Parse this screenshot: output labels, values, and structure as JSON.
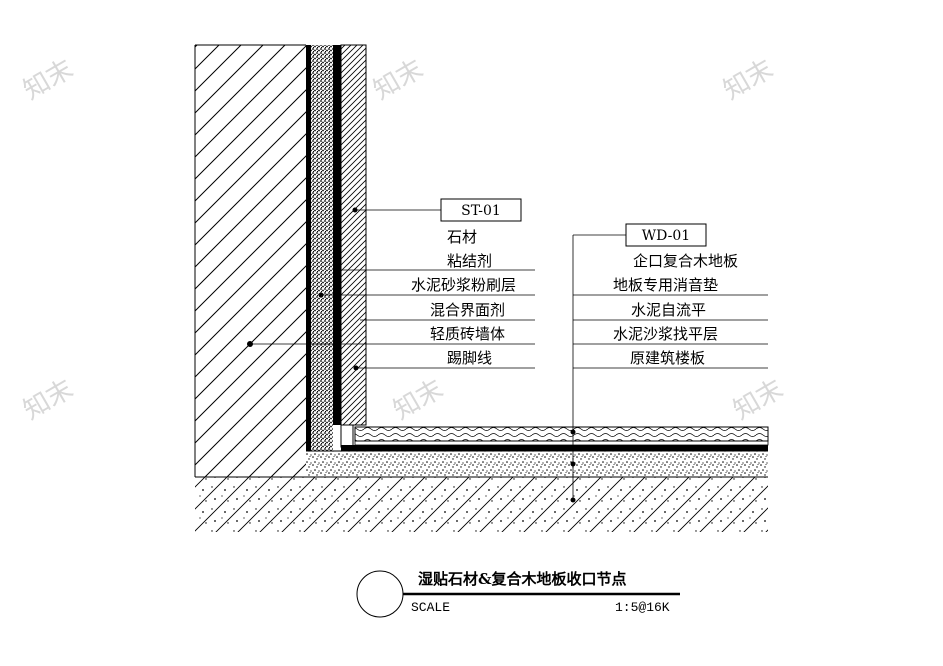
{
  "watermark": "知末",
  "wall_tag": "ST-01",
  "floor_tag": "WD-01",
  "wall_layers": [
    {
      "label": "石材"
    },
    {
      "label": "粘结剂"
    },
    {
      "label": "水泥砂浆粉刷层"
    },
    {
      "label": "混合界面剂"
    },
    {
      "label": "轻质砖墙体"
    },
    {
      "label": "踢脚线"
    }
  ],
  "floor_layers": [
    {
      "label": "企口复合木地板"
    },
    {
      "label": "地板专用消音垫"
    },
    {
      "label": "水泥自流平"
    },
    {
      "label": "水泥沙浆找平层"
    },
    {
      "label": "原建筑楼板"
    }
  ],
  "title": {
    "text": "湿贴石材&复合木地板收口节点",
    "scale_label": "SCALE",
    "scale_value": "1:5@16K"
  }
}
